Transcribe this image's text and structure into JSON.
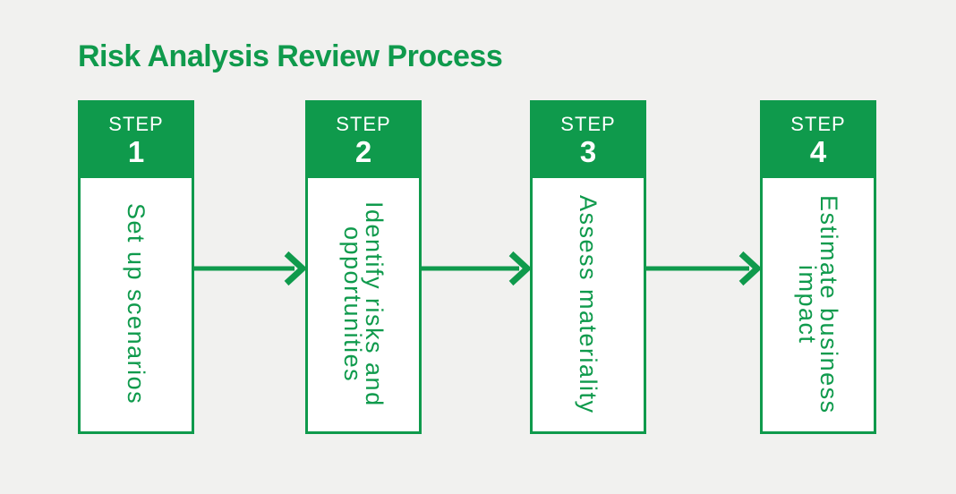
{
  "title": {
    "text": "Risk Analysis Review Process"
  },
  "colors": {
    "brand_green": "#0f9a4c",
    "page_background": "#f1f1ef",
    "card_background": "#ffffff",
    "header_text": "#ffffff"
  },
  "steps": [
    {
      "header_label": "STEP",
      "number": "1",
      "body": "Set up scenarios"
    },
    {
      "header_label": "STEP",
      "number": "2",
      "body": "Identify risks and\nopportunities"
    },
    {
      "header_label": "STEP",
      "number": "3",
      "body": "Assess materiality"
    },
    {
      "header_label": "STEP",
      "number": "4",
      "body": "Estimate business\nimpact"
    }
  ],
  "connectors": [
    {
      "icon": "arrow-right",
      "from_step": "1",
      "to_step": "2"
    },
    {
      "icon": "arrow-right",
      "from_step": "2",
      "to_step": "3"
    },
    {
      "icon": "arrow-right",
      "from_step": "3",
      "to_step": "4"
    }
  ]
}
